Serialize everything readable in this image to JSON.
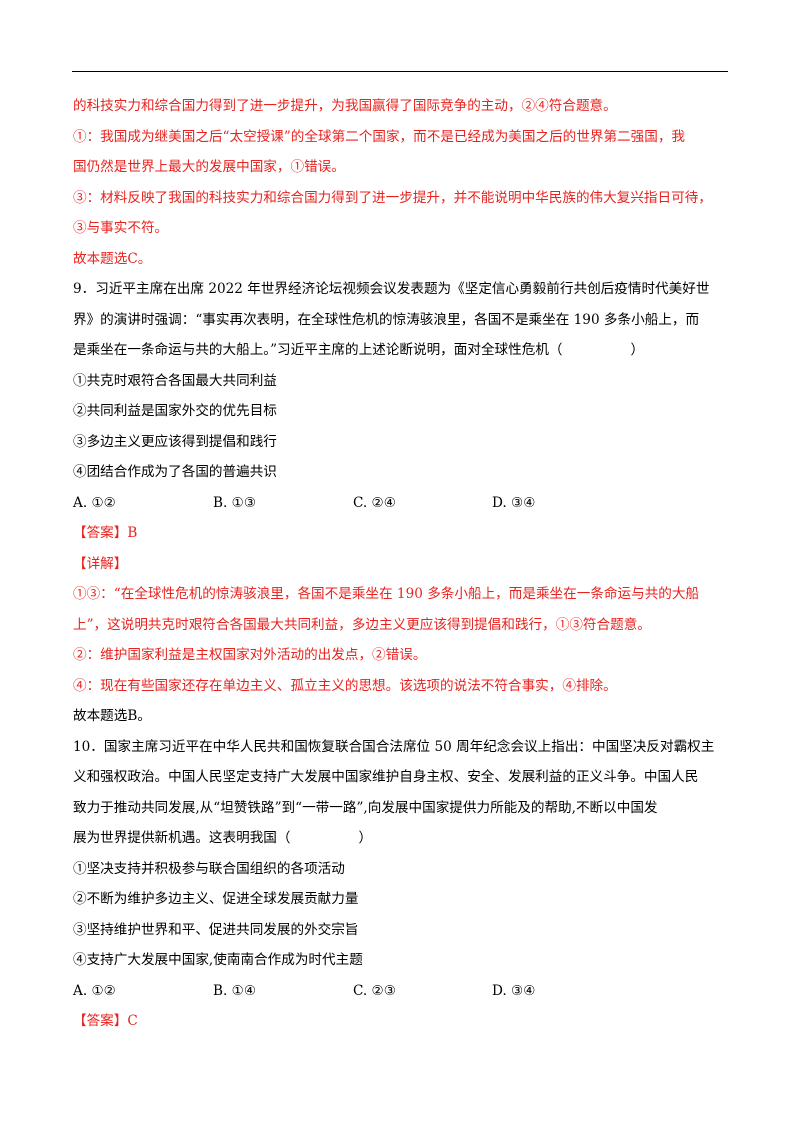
{
  "continuation": {
    "line1": "的科技实力和综合国力得到了进一步提升，为我国赢得了国际竞争的主动，②④符合题意。",
    "line2": "①：我国成为继美国之后“太空授课”的全球第二个国家，而不是已经成为美国之后的世界第二强国，我",
    "line3": "国仍然是世界上最大的发展中国家，①错误。",
    "line4": "③：材料反映了我国的科技实力和综合国力得到了进一步提升，并不能说明中华民族的伟大复兴指日可待，",
    "line5": "③与事实不符。",
    "conclusion": "故本题选C。"
  },
  "q9": {
    "stem1": "9．习近平主席在出席 2022 年世界经济论坛视频会议发表题为《坚定信心勇毅前行共创后疫情时代美好世",
    "stem2": "界》的演讲时强调：“事实再次表明，在全球性危机的惊涛骇浪里，各国不是乘坐在 190 多条小船上，而",
    "stem3": "是乘坐在一条命运与共的大船上。”习近平主席的上述论断说明，面对全球性危机（　　　　　）",
    "items": [
      "①共克时艰符合各国最大共同利益",
      "②共同利益是国家外交的优先目标",
      "③多边主义更应该得到提倡和践行",
      "④团结合作成为了各国的普遍共识"
    ],
    "choices": [
      "A. ①②",
      "B. ①③",
      "C. ②④",
      "D. ③④"
    ],
    "answer_label": "【答案】",
    "answer_value": "B",
    "detail_label": "【详解】",
    "d1": "①③：“在全球性危机的惊涛骇浪里，各国不是乘坐在 190 多条小船上，而是乘坐在一条命运与共的大船",
    "d2": "上”，这说明共克时艰符合各国最大共同利益，多边主义更应该得到提倡和践行，①③符合题意。",
    "d3": "②：维护国家利益是主权国家对外活动的出发点，②错误。",
    "d4": "④：现在有些国家还存在单边主义、孤立主义的思想。该选项的说法不符合事实，④排除。",
    "conclusion": "故本题选B。"
  },
  "q10": {
    "stem1": "10．国家主席习近平在中华人民共和国恢复联合国合法席位 50 周年纪念会议上指出：中国坚决反对霸权主",
    "stem2": "义和强权政治。中国人民坚定支持广大发展中国家维护自身主权、安全、发展利益的正义斗争。中国人民",
    "stem3": "致力于推动共同发展,从“坦赞铁路”到“一带一路”,向发展中国家提供力所能及的帮助,不断以中国发",
    "stem4": "展为世界提供新机遇。这表明我国（　　　　　）",
    "items": [
      "①坚决支持并积极参与联合国组织的各项活动",
      "②不断为维护多边主义、促进全球发展贡献力量",
      "③坚持维护世界和平、促进共同发展的外交宗旨",
      "④支持广大发展中国家,使南南合作成为时代主题"
    ],
    "choices": [
      "A. ①②",
      "B. ①④",
      "C. ②③",
      "D. ③④"
    ],
    "answer_label": "【答案】",
    "answer_value": "C"
  },
  "colors": {
    "highlight": "#e8231f",
    "text": "#000000"
  }
}
